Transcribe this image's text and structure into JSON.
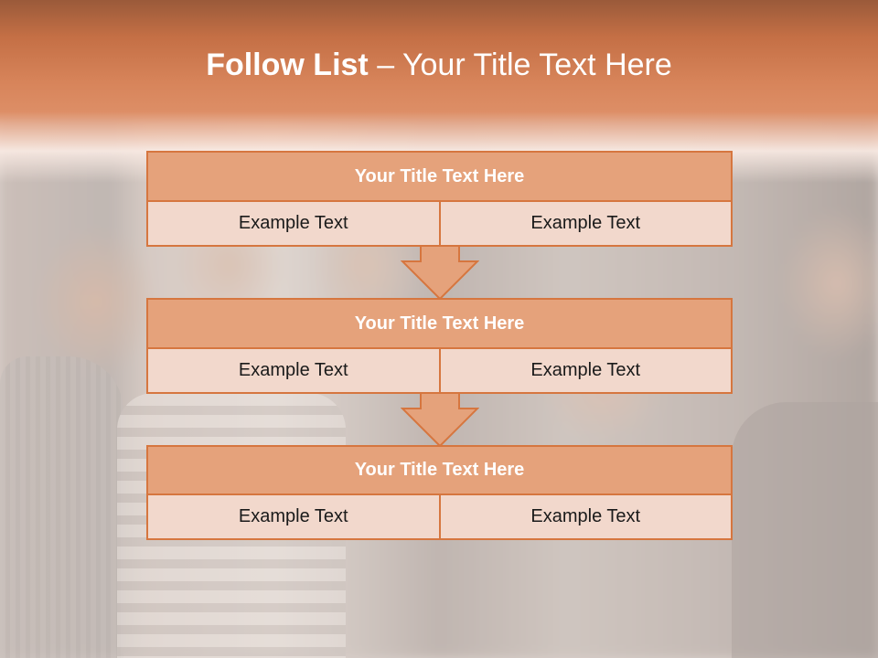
{
  "slide": {
    "title_bold": "Follow List",
    "title_rest": "– Your Title Text Here"
  },
  "colors": {
    "header": "#d7845a",
    "box_title_fill": "#e5a27b",
    "box_cell_fill": "#f2d8cc",
    "box_border": "#d6763f",
    "arrow_fill": "#e5a27b"
  },
  "background": {
    "image": "photo of a smiling group of people"
  },
  "blocks": [
    {
      "title": "Your Title Text Here",
      "cells": [
        "Example Text",
        "Example Text"
      ]
    },
    {
      "title": "Your Title Text Here",
      "cells": [
        "Example Text",
        "Example Text"
      ]
    },
    {
      "title": "Your Title Text Here",
      "cells": [
        "Example Text",
        "Example Text"
      ]
    }
  ]
}
